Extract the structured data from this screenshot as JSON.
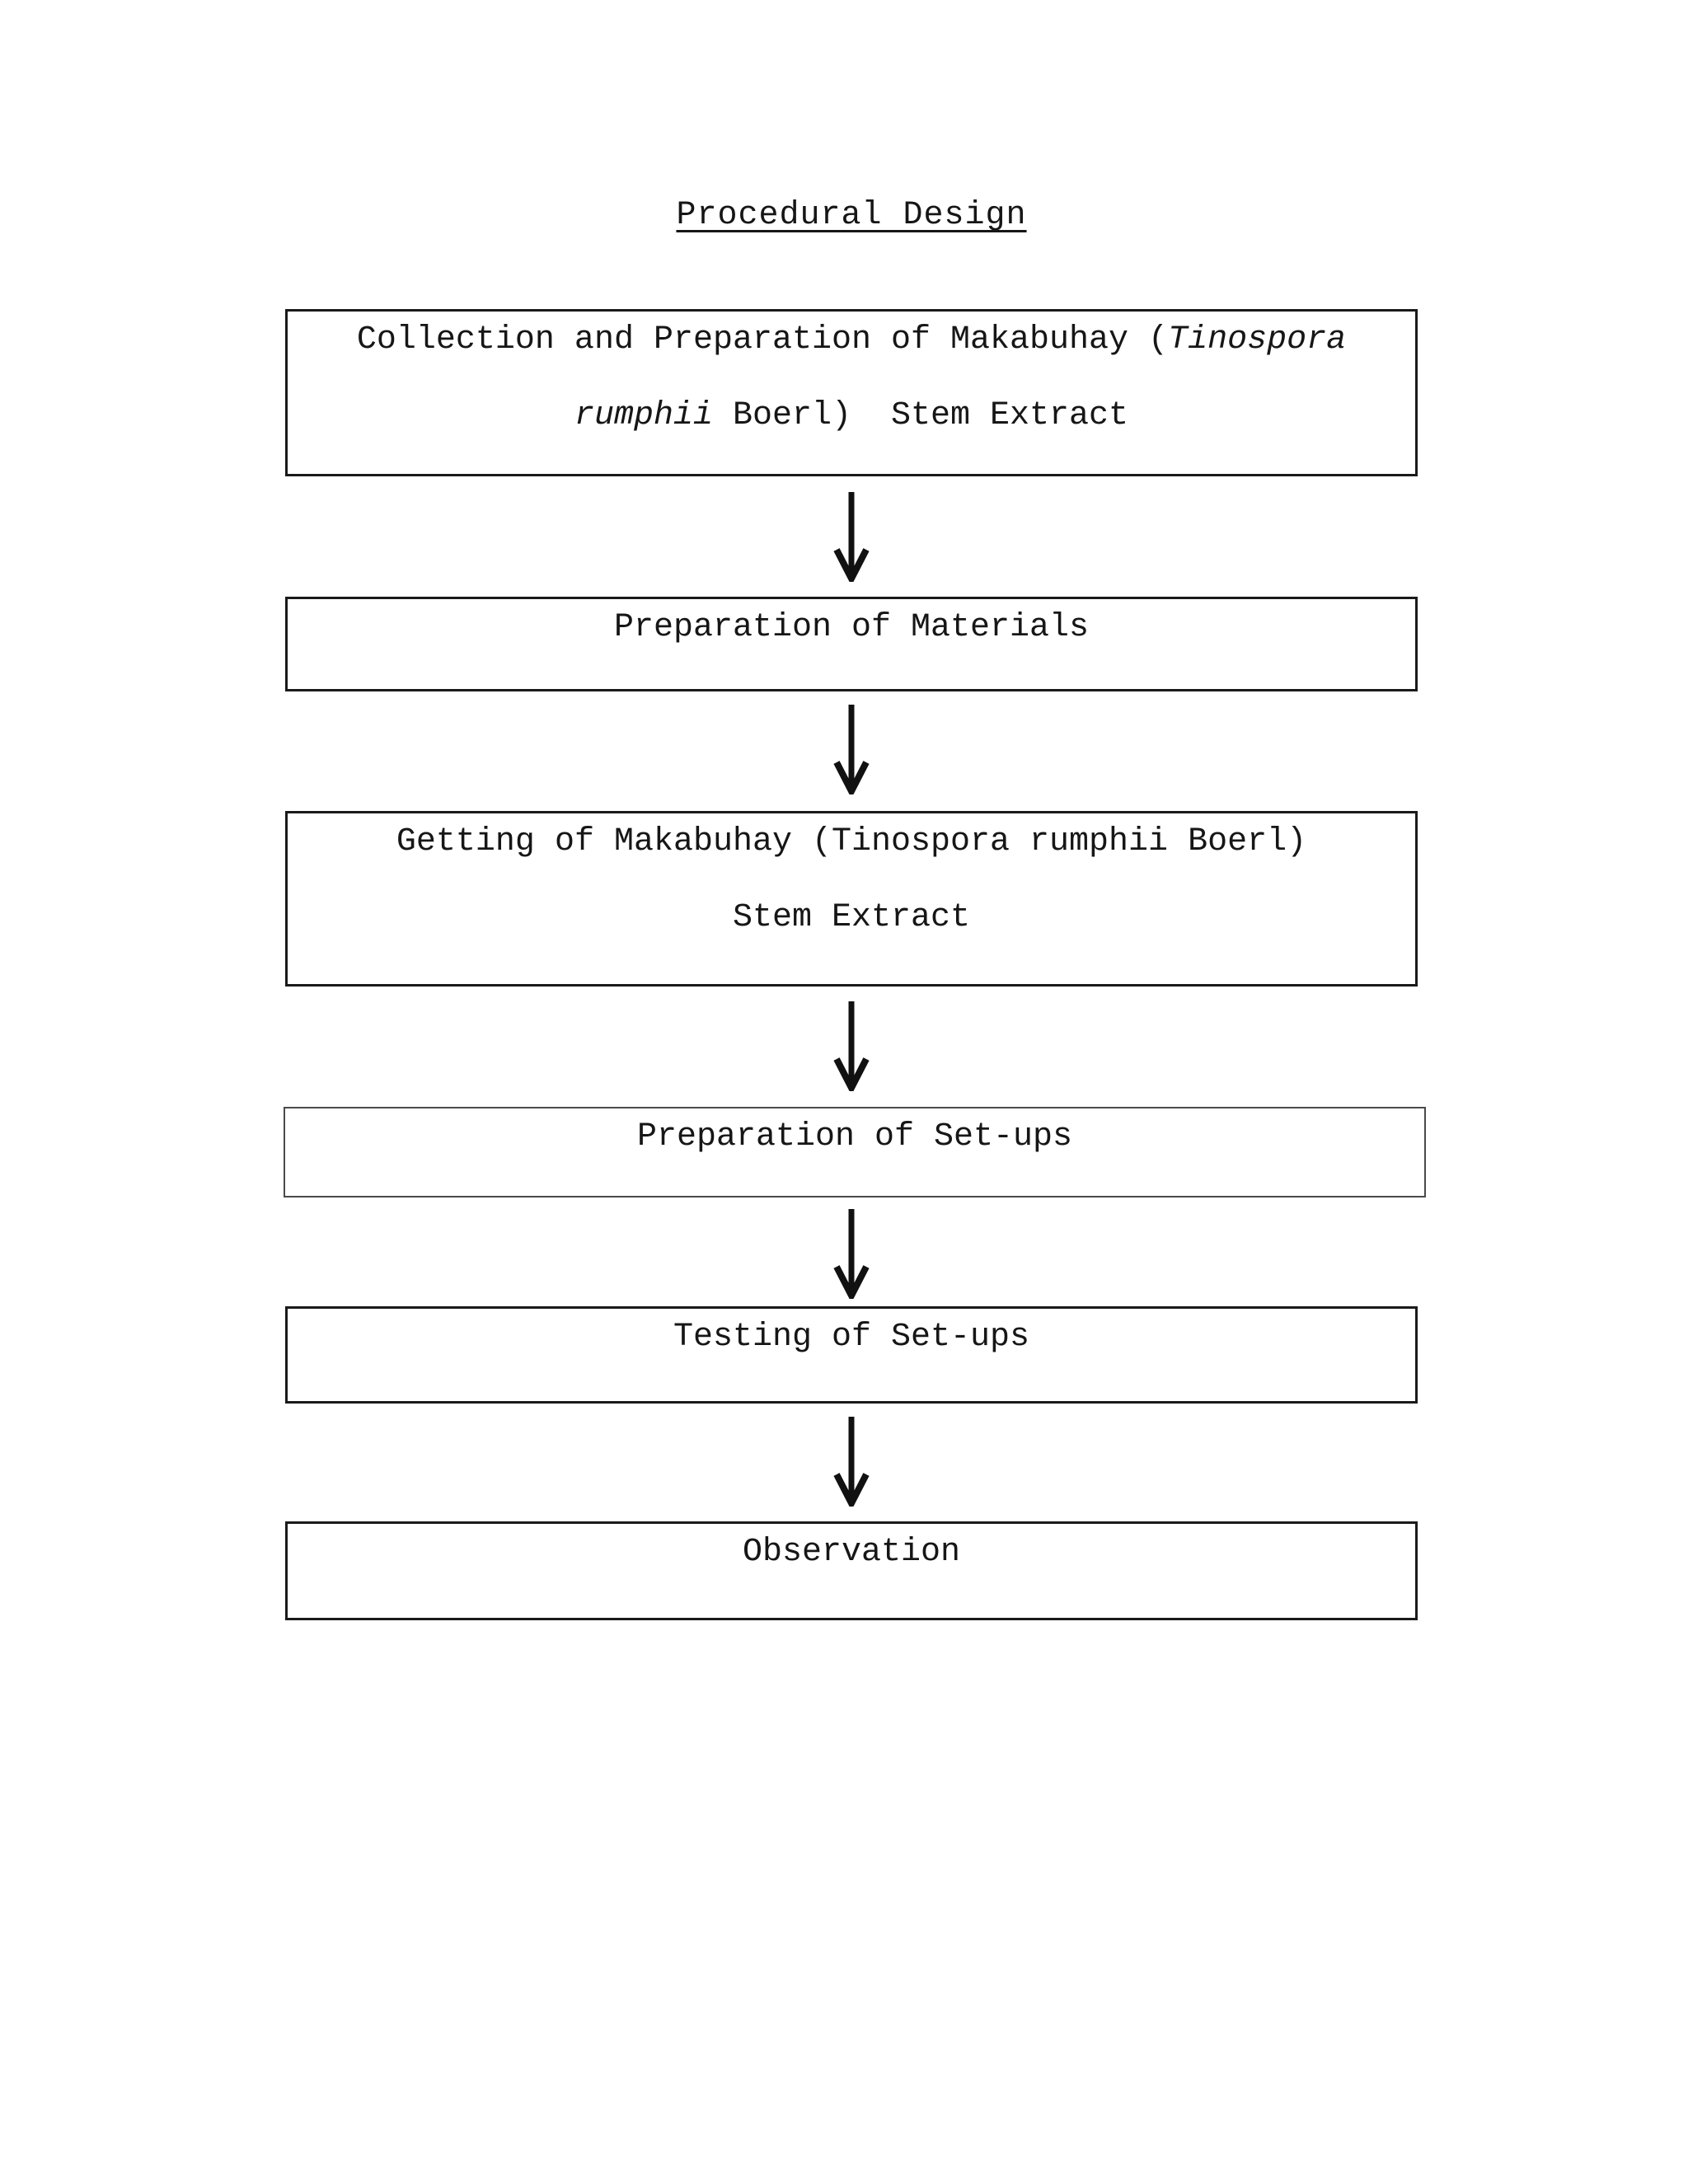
{
  "page": {
    "title": "Procedural Design"
  },
  "flow": {
    "connector_icon": "down-arrow-icon",
    "steps": [
      {
        "name": "collection-and-preparation",
        "lines": [
          [
            {
              "t": "Collection and Preparation of Makabuhay (",
              "i": false
            },
            {
              "t": "Tinospora",
              "i": true
            }
          ],
          [
            {
              "t": "rumphii",
              "i": true
            },
            {
              "t": " Boerl)  Stem Extract",
              "i": false
            }
          ]
        ]
      },
      {
        "name": "preparation-of-materials",
        "lines": [
          [
            {
              "t": "Preparation of Materials",
              "i": false
            }
          ]
        ]
      },
      {
        "name": "getting-of-stem-extract",
        "lines": [
          [
            {
              "t": "Getting of Makabuhay (Tinospora rumphii Boerl)",
              "i": false
            }
          ],
          [
            {
              "t": "Stem Extract",
              "i": false
            }
          ]
        ]
      },
      {
        "name": "preparation-of-set-ups",
        "lines": [
          [
            {
              "t": "Preparation of Set-ups",
              "i": false
            }
          ]
        ]
      },
      {
        "name": "testing-of-set-ups",
        "lines": [
          [
            {
              "t": "Testing of Set-ups",
              "i": false
            }
          ]
        ]
      },
      {
        "name": "observation",
        "lines": [
          [
            {
              "t": "Observation",
              "i": false
            }
          ]
        ]
      }
    ]
  },
  "colors": {
    "ink": "#161616",
    "box_border": "#1a1a1a",
    "thin_box_border": "#4a4a4a",
    "paper": "#ffffff"
  }
}
